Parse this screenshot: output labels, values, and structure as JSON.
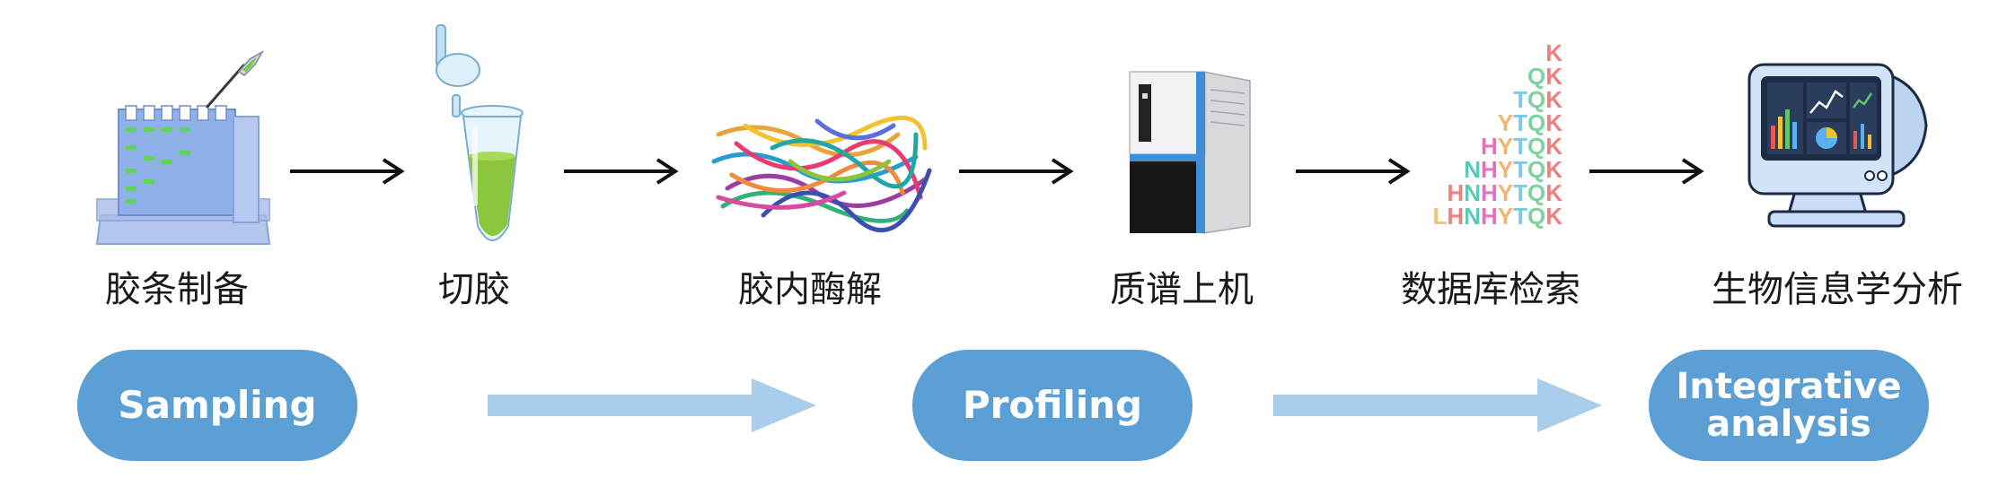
{
  "steps": [
    {
      "label": "胶条制备",
      "icon": "gel-electrophoresis-icon"
    },
    {
      "label": "切胶",
      "icon": "microcentrifuge-tube-icon"
    },
    {
      "label": "胶内酶解",
      "icon": "peptide-strands-icon"
    },
    {
      "label": "质谱上机",
      "icon": "mass-spectrometer-icon"
    },
    {
      "label": "数据库检索",
      "icon": "peptide-ladder-icon"
    },
    {
      "label": "生物信息学分析",
      "icon": "computer-monitor-icon"
    }
  ],
  "phases": [
    {
      "label": "Sampling"
    },
    {
      "label_line1": "Profiling"
    },
    {
      "label_line1": "Integrative",
      "label_line2": "analysis"
    }
  ],
  "peptide_ladder": [
    {
      "text": "K",
      "colors": [
        "#f08080"
      ]
    },
    {
      "text": "QK",
      "colors": [
        "#7fd3a0",
        "#f08080"
      ]
    },
    {
      "text": "TQK",
      "colors": [
        "#7ec8e8",
        "#7fd3a0",
        "#f08080"
      ]
    },
    {
      "text": "YTQK",
      "colors": [
        "#f2b46e",
        "#7ec8e8",
        "#7fd3a0",
        "#f08080"
      ]
    },
    {
      "text": "HYTQK",
      "colors": [
        "#e86ec0",
        "#f2b46e",
        "#7ec8e8",
        "#7fd3a0",
        "#f08080"
      ]
    },
    {
      "text": "NHYTQK",
      "colors": [
        "#5cc8b8",
        "#e86ec0",
        "#f2b46e",
        "#7ec8e8",
        "#7fd3a0",
        "#f08080"
      ]
    },
    {
      "text": "HNHYTQK",
      "colors": [
        "#f08080",
        "#5cc8b8",
        "#e86ec0",
        "#f2b46e",
        "#7ec8e8",
        "#7fd3a0",
        "#f08080"
      ]
    },
    {
      "text": "LHNHYTQK",
      "colors": [
        "#f2c27a",
        "#f08080",
        "#5cc8b8",
        "#e86ec0",
        "#f2b46e",
        "#7ec8e8",
        "#7fd3a0",
        "#f08080"
      ]
    }
  ],
  "colors": {
    "pill": "#5b9fd4",
    "big_arrow": "#a9cdea",
    "arrow": "#111111",
    "gel_green": "#7ac943",
    "gel_blue": "#9fb8e6"
  }
}
